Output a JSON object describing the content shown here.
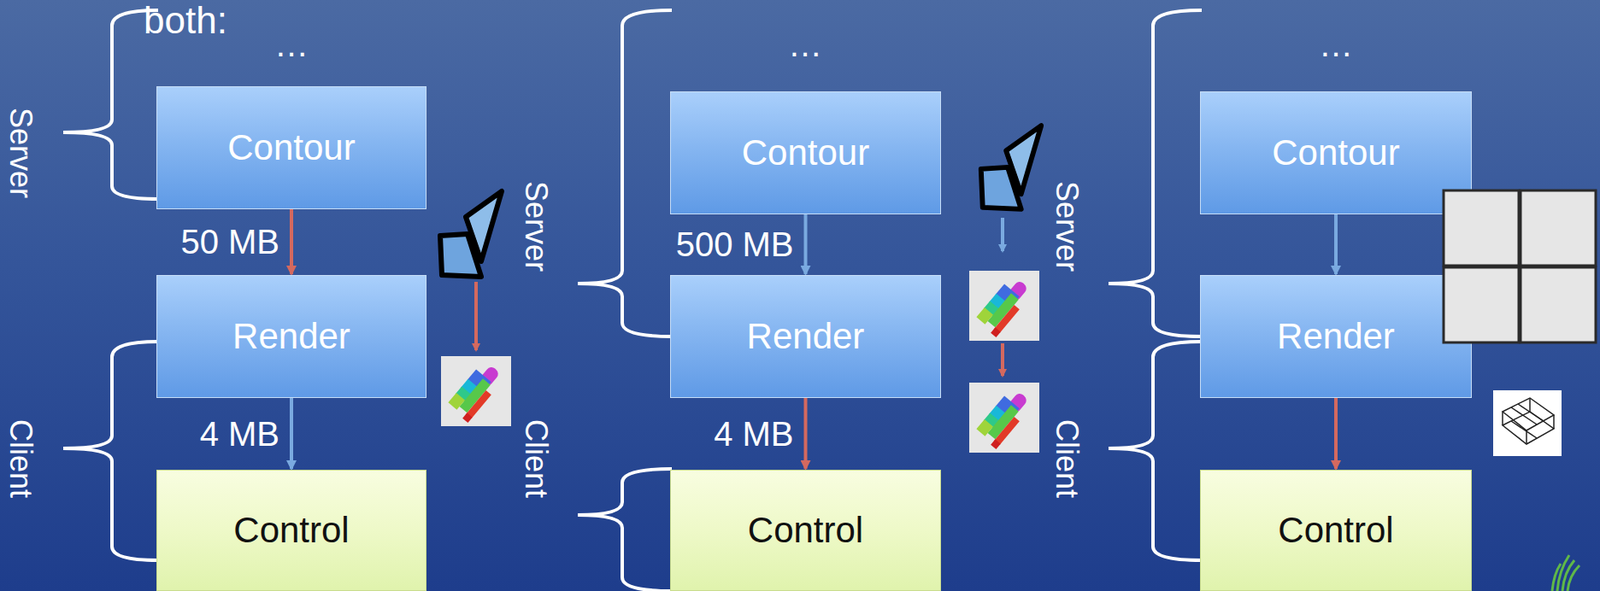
{
  "diagram": {
    "nodes": [
      {
        "text": [
          "Contour"
        ]
      },
      {
        "text": [
          "Render"
        ]
      },
      {
        "text": [
          "Control"
        ]
      },
      {
        "text": [
          "Contour"
        ]
      },
      {
        "text": [
          "Render"
        ]
      },
      {
        "text": [
          "Control"
        ]
      },
      {
        "text": [
          "Contour"
        ]
      },
      {
        "text": [
          "Render"
        ]
      },
      {
        "text": [
          "Control"
        ]
      }
    ],
    "edges": [
      {
        "from": 0,
        "to": 1,
        "arrow": "to",
        "label": "50 MB"
      },
      {
        "from": 1,
        "to": 2,
        "arrow": "to",
        "label": "4 MB"
      },
      {
        "from": 3,
        "to": 4,
        "arrow": "to",
        "label": "500 MB"
      },
      {
        "from": 4,
        "to": 5,
        "arrow": "to",
        "label": "4 MB"
      },
      {
        "from": 6,
        "to": 7,
        "arrow": "to"
      },
      {
        "from": 7,
        "to": 8,
        "arrow": "to"
      }
    ],
    "labels": [
      "both:",
      "…",
      "…",
      "…",
      "Server",
      "Client",
      "Server",
      "Client",
      "Server",
      "Client"
    ]
  }
}
